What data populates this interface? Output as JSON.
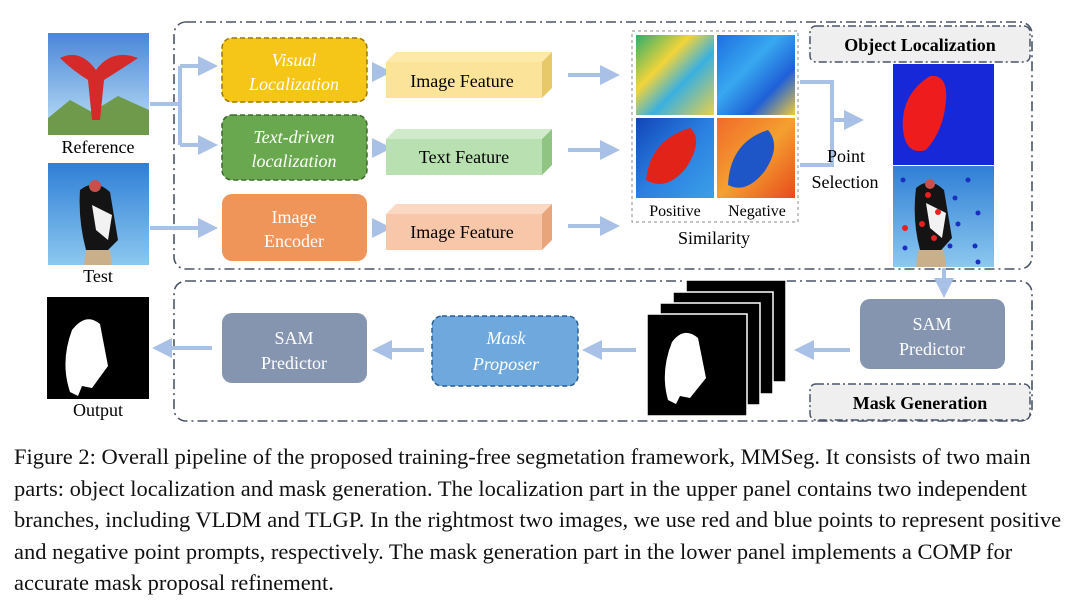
{
  "figure": {
    "inputs": {
      "reference_label": "Reference",
      "test_label": "Test",
      "output_label": "Output"
    },
    "upper_panel": {
      "title": "Object Localization",
      "modules": {
        "visual_localization": [
          "Visual",
          "Localization"
        ],
        "text_driven_localization": [
          "Text-driven",
          "localization"
        ],
        "image_encoder": [
          "Image",
          "Encoder"
        ]
      },
      "features": {
        "image_feature_top": "Image Feature",
        "text_feature": "Text Feature",
        "image_feature_bottom": "Image Feature"
      },
      "similarity": {
        "positive_label": "Positive",
        "negative_label": "Negative",
        "caption": "Similarity"
      },
      "point_selection": [
        "Point",
        "Selection"
      ]
    },
    "lower_panel": {
      "title": "Mask Generation",
      "sam_predictor_right": [
        "SAM",
        "Predictor"
      ],
      "mask_proposer": [
        "Mask",
        "Proposer"
      ],
      "sam_predictor_left": [
        "SAM",
        "Predictor"
      ]
    }
  },
  "caption": {
    "text": "Figure 2: Overall pipeline of the proposed training-free segmetation framework, MMSeg. It consists of two main parts: object localization and mask generation. The localization part in the upper panel contains two independent branches, including VLDM and TLGP. In the rightmost two images, we use red and blue points to represent positive and negative point prompts, respectively.  The mask generation part in the lower panel implements a COMP for accurate mask proposal refinement."
  },
  "colors": {
    "visual_localization": "#f5c518",
    "text_driven": "#6aa84f",
    "image_encoder": "#f0955a",
    "image_feature_top": "#fbe49a",
    "text_feature": "#b9e0b1",
    "image_feature_bottom": "#f8c6a8",
    "sam_predictor": "#8595b0",
    "mask_proposer": "#6fa8dc",
    "arrow": "#a9c1e6",
    "panel_border": "#4a5568"
  }
}
